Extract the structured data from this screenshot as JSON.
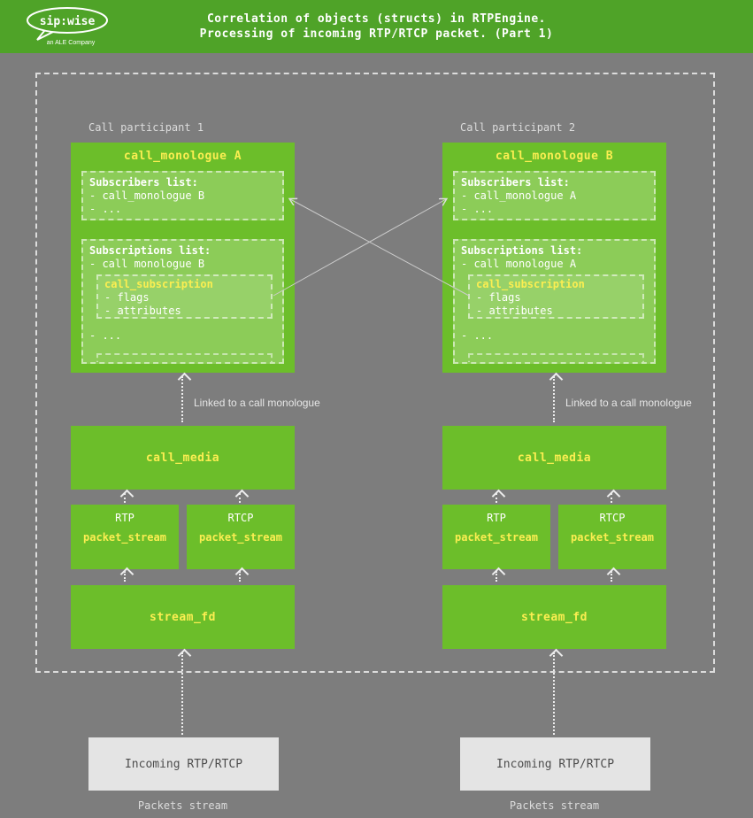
{
  "colors": {
    "header-green": "#4fa328",
    "box-green": "#6cbe2a",
    "highlight-yellow": "#fbee51",
    "bg-gray": "#7d7d7d",
    "incoming-gray": "#e4e4e4"
  },
  "header": {
    "logo_text": "sip:wise",
    "logo_sub": "an ALE Company",
    "title_line1": "Correlation of objects (structs) in RTPEngine.",
    "title_line2": "Processing of incoming RTP/RTCP packet. (Part 1)"
  },
  "participants": [
    {
      "label": "Call participant 1",
      "monologue_title": "call_monologue A",
      "subscribers_header": "Subscribers list:",
      "subscribers_item1": "- call_monologue B",
      "subscribers_item2": "- ...",
      "subscriptions_header": "Subscriptions list:",
      "subscriptions_item1": "- call monologue B",
      "subscription_title": "call_subscription",
      "subscription_item1": "- flags",
      "subscription_item2": "- attributes",
      "subscriptions_more": "- ...",
      "linked_label": "Linked to a call monologue",
      "call_media": "call_media",
      "stream1_protocol": "RTP",
      "stream1_label": "packet_stream",
      "stream2_protocol": "RTCP",
      "stream2_label": "packet_stream",
      "stream_fd": "stream_fd",
      "incoming": "Incoming RTP/RTCP",
      "packets_stream": "Packets stream"
    },
    {
      "label": "Call participant 2",
      "monologue_title": "call_monologue B",
      "subscribers_header": "Subscribers list:",
      "subscribers_item1": "- call_monologue A",
      "subscribers_item2": "- ...",
      "subscriptions_header": "Subscriptions list:",
      "subscriptions_item1": "- call monologue A",
      "subscription_title": "call_subscription",
      "subscription_item1": "- flags",
      "subscription_item2": "- attributes",
      "subscriptions_more": "- ...",
      "linked_label": "Linked to a call monologue",
      "call_media": "call_media",
      "stream1_protocol": "RTP",
      "stream1_label": "packet_stream",
      "stream2_protocol": "RTCP",
      "stream2_label": "packet_stream",
      "stream_fd": "stream_fd",
      "incoming": "Incoming RTP/RTCP",
      "packets_stream": "Packets stream"
    }
  ]
}
